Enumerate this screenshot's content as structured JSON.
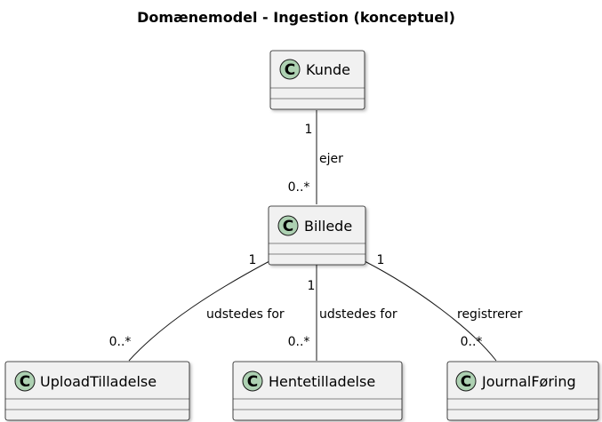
{
  "diagram": {
    "title": "Domænemodel - Ingestion (konceptuel)",
    "class_icon_letter": "C",
    "colors": {
      "class_fill": "#F1F1F1",
      "icon_fill": "#ADD1B2",
      "stroke": "#181818"
    },
    "classes": {
      "kunde": "Kunde",
      "billede": "Billede",
      "upload": "UploadTilladelse",
      "hente": "Hentetilladelse",
      "journal": "JournalFøring"
    },
    "relations": {
      "kunde_billede": {
        "label": "ejer",
        "source_mult": "1",
        "target_mult": "0..*"
      },
      "billede_upload": {
        "label": "udstedes for",
        "source_mult": "1",
        "target_mult": "0..*"
      },
      "billede_hente": {
        "label": "udstedes for",
        "source_mult": "1",
        "target_mult": "0..*"
      },
      "billede_journal": {
        "label": "registrerer",
        "source_mult": "1",
        "target_mult": "0..*"
      }
    }
  }
}
